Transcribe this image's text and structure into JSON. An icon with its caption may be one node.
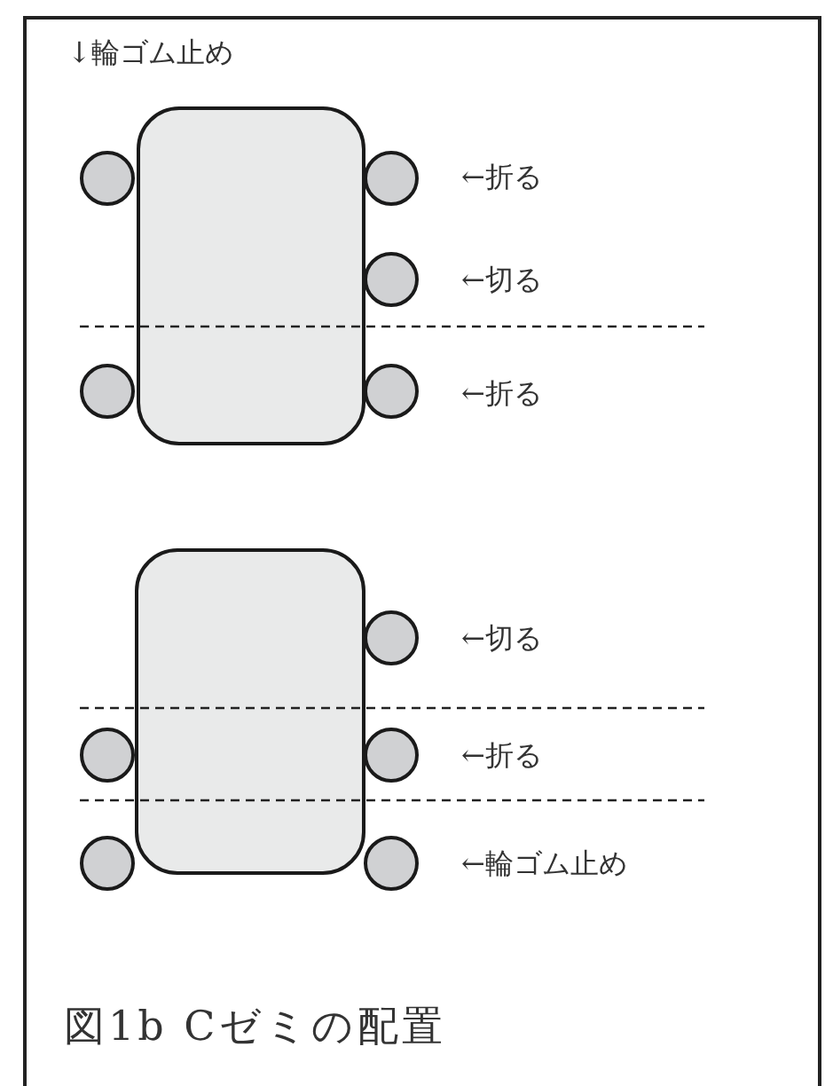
{
  "diagram": {
    "caption": "図1b Cゼミの配置",
    "nodes": [
      {
        "text": [],
        "shape": "box"
      },
      {
        "text": [],
        "shape": "circle"
      },
      {
        "text": [],
        "shape": "circle"
      },
      {
        "text": [],
        "shape": "circle"
      },
      {
        "text": [],
        "shape": "circle"
      },
      {
        "text": [],
        "shape": "circle"
      },
      {
        "text": [],
        "shape": "box"
      },
      {
        "text": [],
        "shape": "circle"
      },
      {
        "text": [],
        "shape": "circle"
      },
      {
        "text": [],
        "shape": "circle"
      },
      {
        "text": [],
        "shape": "circle"
      },
      {
        "text": [],
        "shape": "circle"
      }
    ],
    "labels": [
      "↓輪ゴム止め",
      "←折る",
      "←切る",
      "←折る",
      "←切る",
      "←折る",
      "←輪ゴム止め"
    ]
  }
}
